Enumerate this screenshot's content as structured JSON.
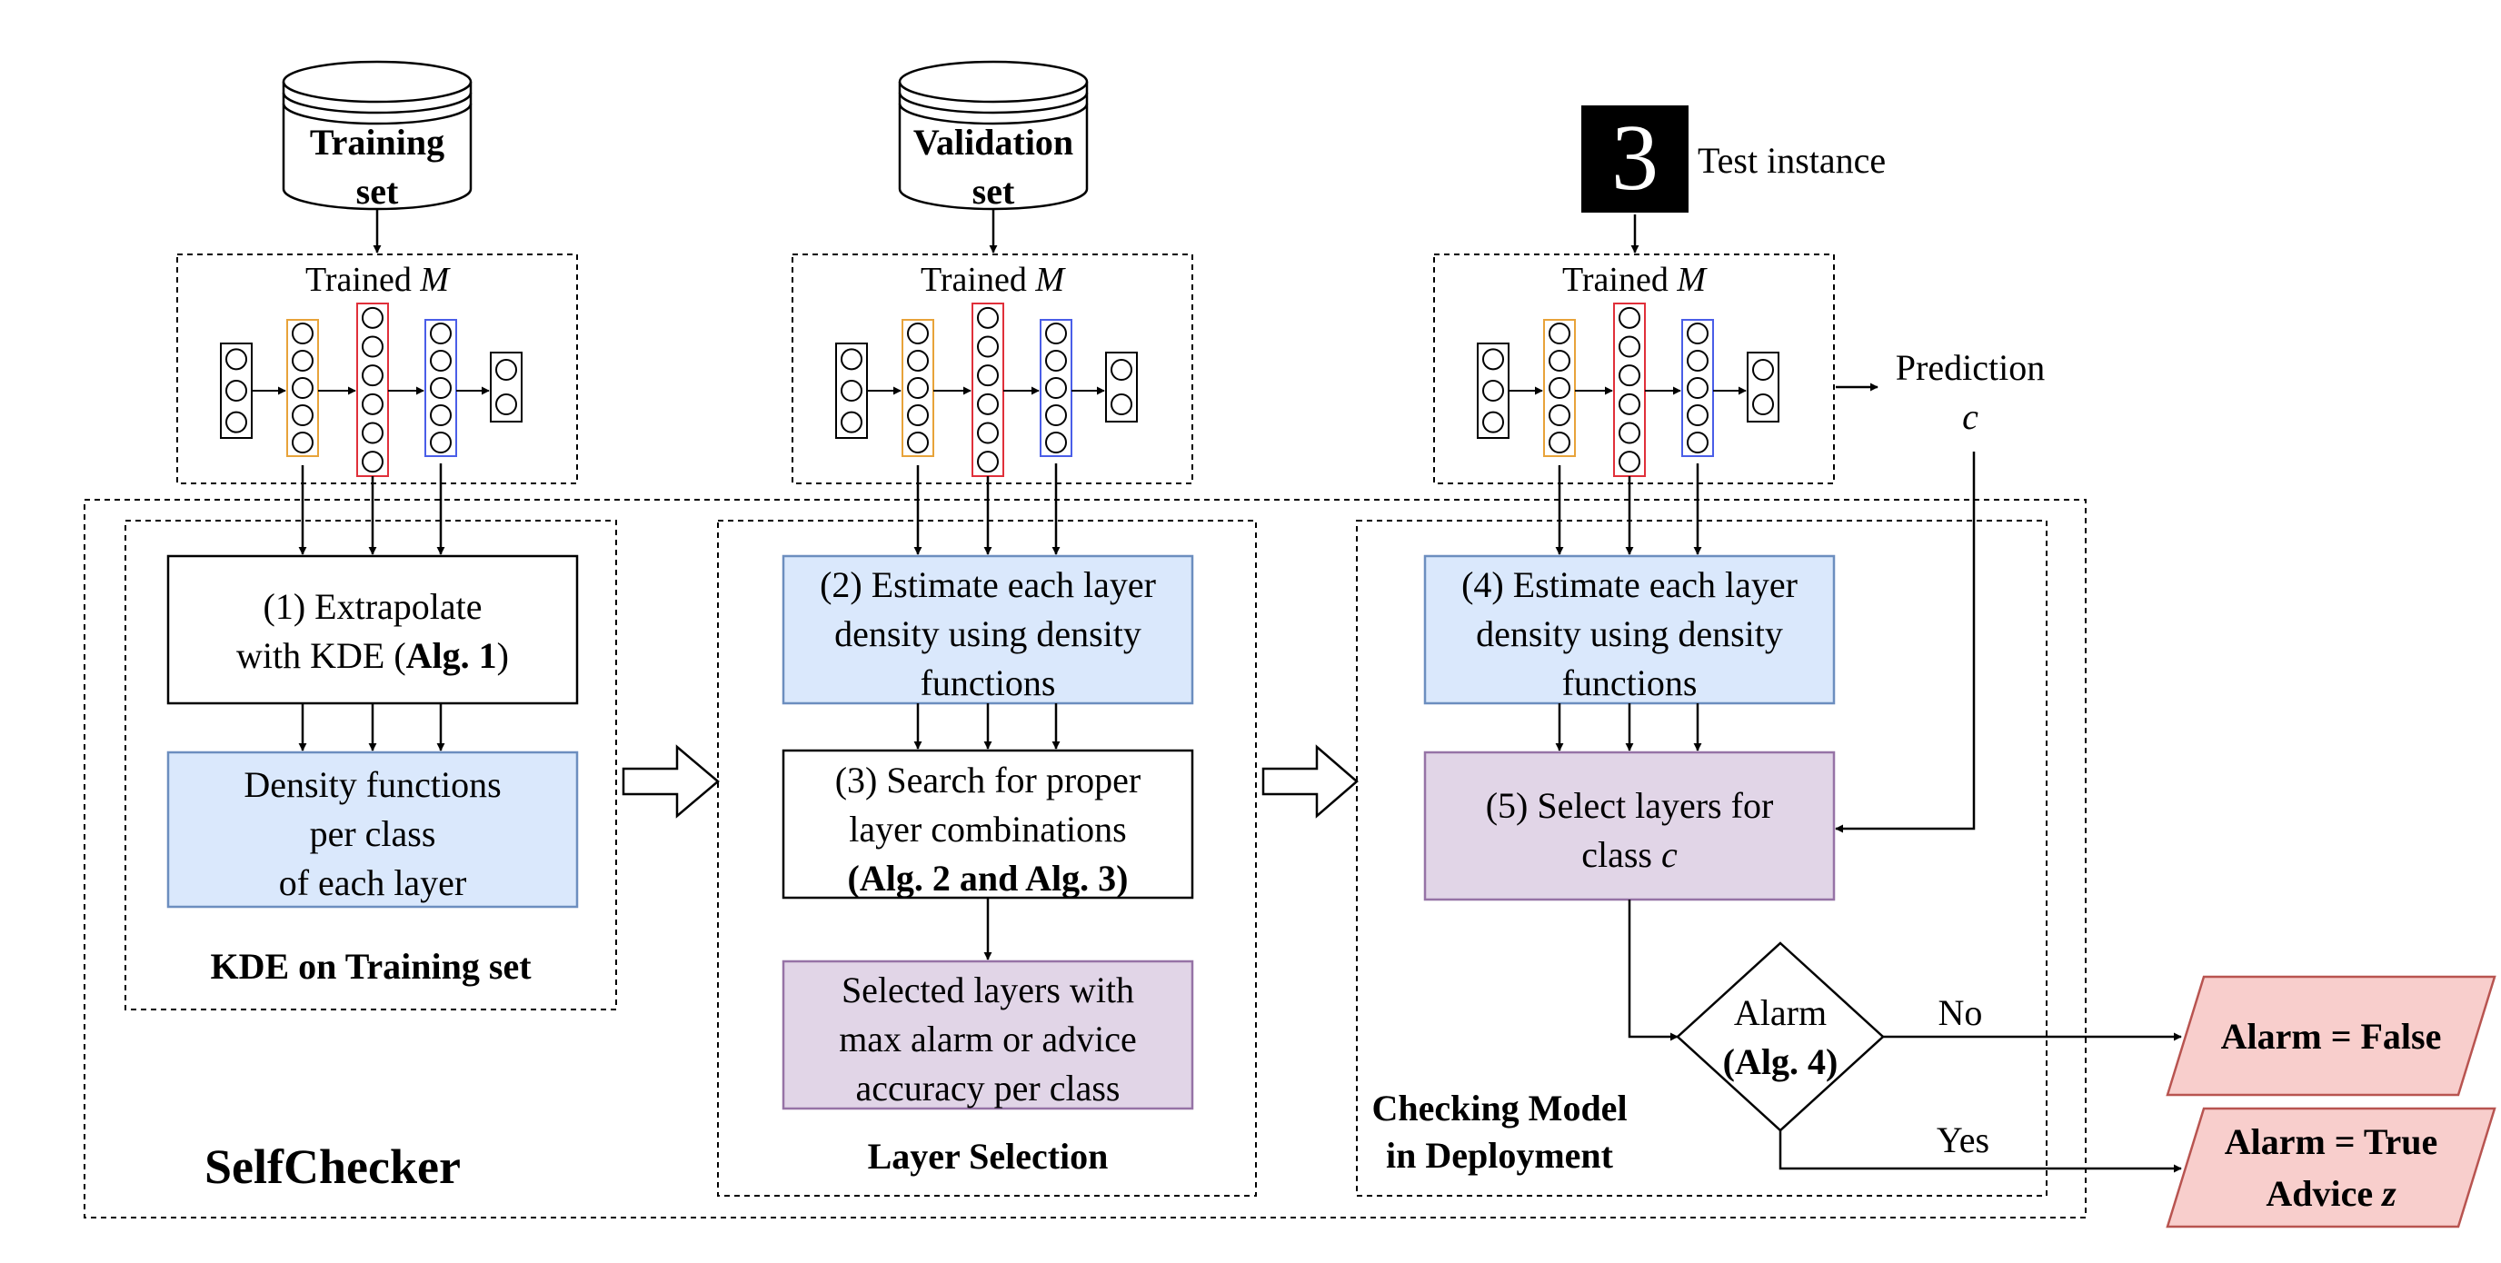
{
  "datasets": {
    "training": {
      "line1": "Training",
      "line2": "set"
    },
    "validation": {
      "line1": "Validation",
      "line2": "set"
    }
  },
  "test_instance": {
    "label": "Test instance",
    "glyph": "3"
  },
  "model": {
    "label_text": "Trained ",
    "label_var": "M"
  },
  "prediction": {
    "line1": "Prediction",
    "line2": "c"
  },
  "kde_panel": {
    "title": "KDE on Training set",
    "step1": {
      "line1": "(1) Extrapolate",
      "line2_pre": "with KDE (",
      "line2_bold": "Alg. 1",
      "line2_post": ")"
    },
    "density": {
      "line1": "Density functions",
      "line2": "per class",
      "line3": "of each layer"
    }
  },
  "layer_panel": {
    "title": "Layer Selection",
    "step2": {
      "line1": "(2) Estimate each layer",
      "line2": "density using density",
      "line3": "functions"
    },
    "step3": {
      "line1": "(3) Search for proper",
      "line2": "layer combinations",
      "line3": "(Alg. 2 and Alg. 3)"
    },
    "selected": {
      "line1": "Selected layers with",
      "line2": "max alarm or advice",
      "line3": "accuracy per class"
    }
  },
  "deploy_panel": {
    "title_line1": "Checking Model",
    "title_line2": "in Deployment",
    "step4": {
      "line1": "(4) Estimate each layer",
      "line2": "density using density",
      "line3": "functions"
    },
    "step5": {
      "line1": "(5) Select layers for",
      "line2_pre": "class ",
      "line2_var": "c"
    },
    "alarm": {
      "line1": "Alarm",
      "line2": "(Alg. 4)"
    },
    "no_label": "No",
    "yes_label": "Yes"
  },
  "outputs": {
    "false_out": "Alarm = False",
    "true_out_line1": "Alarm = True",
    "true_out_line2_pre": "Advice ",
    "true_out_line2_var": "z"
  },
  "selfchecker_label": "SelfChecker",
  "colors": {
    "blue_fill": "#dae8fc",
    "blue_stroke": "#6c8ebf",
    "purple_fill": "#e1d5e7",
    "purple_stroke": "#9673a6",
    "red_fill": "#f8cecc",
    "red_stroke": "#b85450",
    "layer_orange": "#e8a33a",
    "layer_red": "#e0303a",
    "layer_blue": "#4a5ee8"
  }
}
